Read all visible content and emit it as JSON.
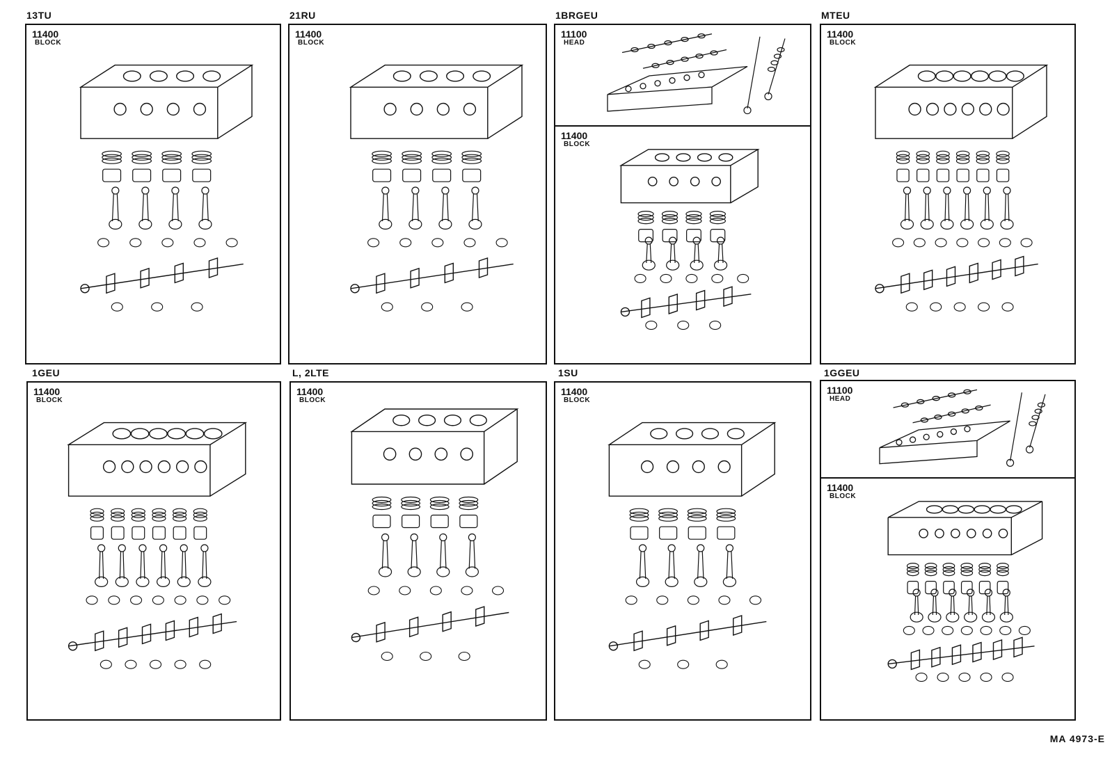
{
  "figure_code": "MA  4973-E",
  "panels": [
    {
      "engine": "13TU",
      "sections": [
        {
          "part_number": "11400",
          "part_name": "BLOCK"
        }
      ]
    },
    {
      "engine": "21RU",
      "sections": [
        {
          "part_number": "11400",
          "part_name": "BLOCK"
        }
      ]
    },
    {
      "engine": "1BRGEU",
      "sections": [
        {
          "part_number": "11100",
          "part_name": "HEAD"
        },
        {
          "part_number": "11400",
          "part_name": "BLOCK"
        }
      ]
    },
    {
      "engine": "MTEU",
      "sections": [
        {
          "part_number": "11400",
          "part_name": "BLOCK"
        }
      ]
    },
    {
      "engine": "1GEU",
      "sections": [
        {
          "part_number": "11400",
          "part_name": "BLOCK"
        }
      ]
    },
    {
      "engine": "L, 2LTE",
      "sections": [
        {
          "part_number": "11400",
          "part_name": "BLOCK"
        }
      ]
    },
    {
      "engine": "1SU",
      "sections": [
        {
          "part_number": "11400",
          "part_name": "BLOCK"
        }
      ]
    },
    {
      "engine": "1GGEU",
      "sections": [
        {
          "part_number": "11100",
          "part_name": "HEAD"
        },
        {
          "part_number": "11400",
          "part_name": "BLOCK"
        }
      ]
    }
  ]
}
